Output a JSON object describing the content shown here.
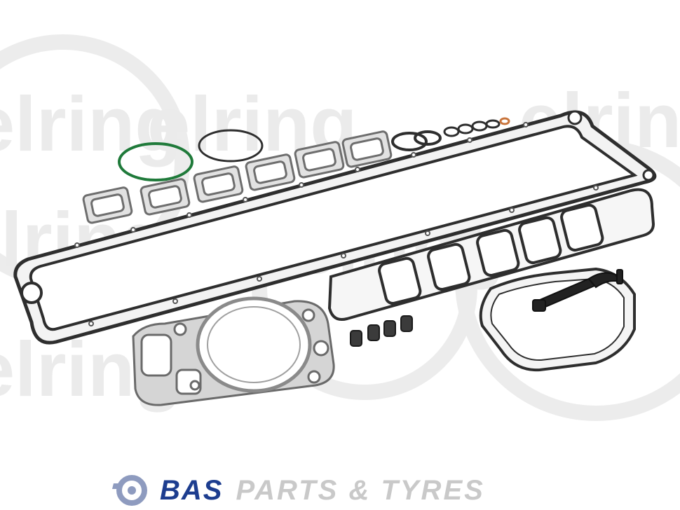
{
  "watermark": {
    "text": "elring",
    "color": "#e6e6e6"
  },
  "brand": {
    "primary": "BAS",
    "secondary": "PARTS & TYRES",
    "primary_color": "#1d3d8f",
    "secondary_color": "#c9c9c9",
    "logo_color": "#8e9bbf"
  },
  "colors": {
    "gasket_dark": "#2e2e2e",
    "gasket_metal": "#8a8a8a",
    "oring_green": "#1f7a3a",
    "oring_copper": "#c8733a"
  }
}
